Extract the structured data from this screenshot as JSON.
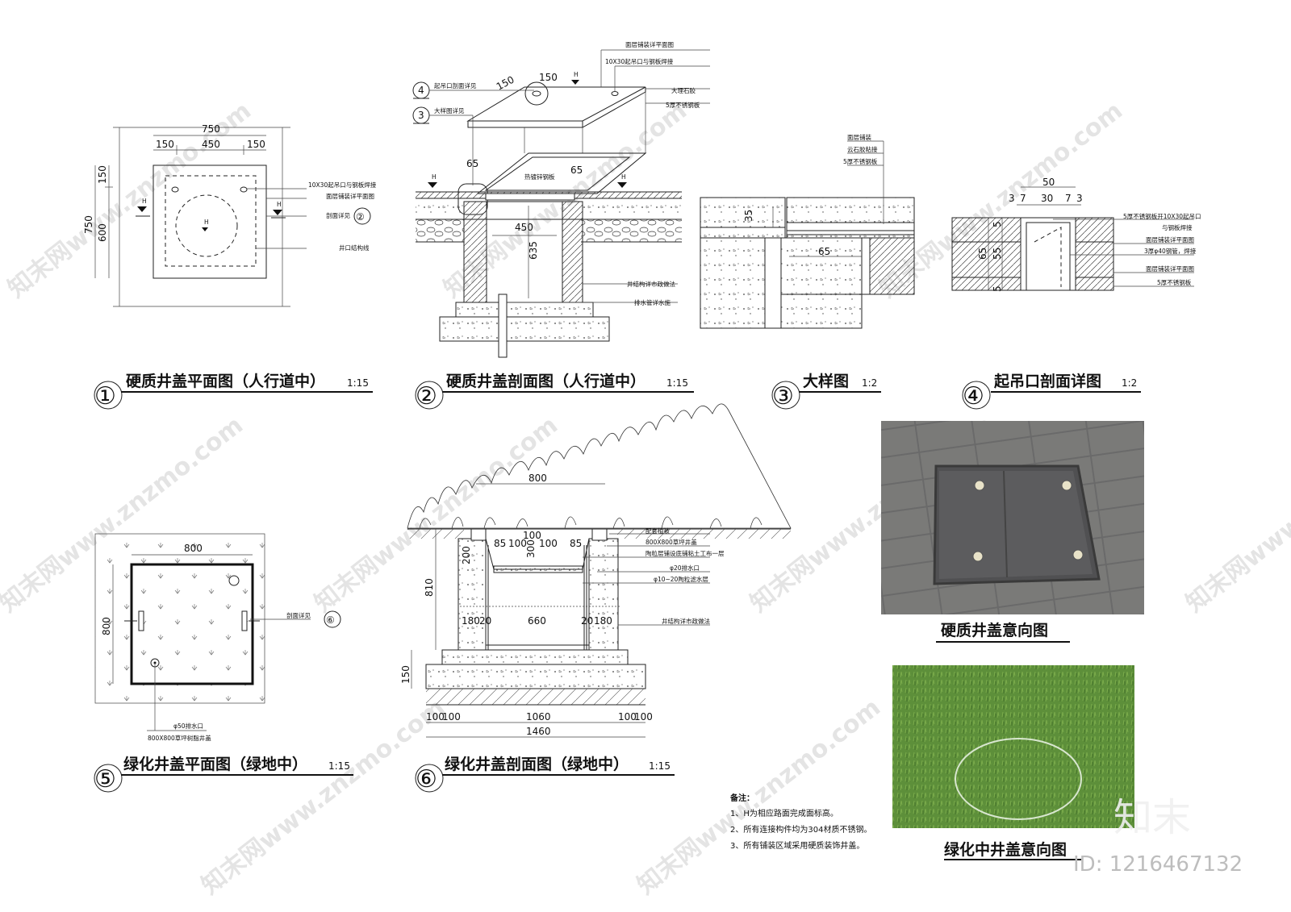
{
  "drawings": [
    {
      "num": "①",
      "title": "硬质井盖平面图（人行道中）",
      "scale": "1:15"
    },
    {
      "num": "②",
      "title": "硬质井盖剖面图（人行道中）",
      "scale": "1:15"
    },
    {
      "num": "③",
      "title": "大样图",
      "scale": "1:2"
    },
    {
      "num": "④",
      "title": "起吊口剖面详图",
      "scale": "1:2"
    },
    {
      "num": "⑤",
      "title": "绿化井盖平面图（绿地中）",
      "scale": "1:15"
    },
    {
      "num": "⑥",
      "title": "绿化井盖剖面图（绿地中）",
      "scale": "1:15"
    }
  ],
  "d1": {
    "dims": [
      "750",
      "150",
      "450",
      "150",
      "150",
      "600",
      "750"
    ],
    "notes": [
      "10X30起吊口与钢板焊接",
      "面层铺装详平面图",
      "剖面详见",
      "井口结构线"
    ],
    "h": "H",
    "ref": "②"
  },
  "d2": {
    "dims": [
      "150",
      "150",
      "65",
      "65",
      "450",
      "635"
    ],
    "notes": [
      "面层铺装详平面图",
      "10X30起吊口与钢板焊接",
      "大理石胶",
      "5厚不锈钢板",
      "起吊口剖面详见",
      "大样图详见",
      "热镀锌钢板",
      "井结构详市政做法",
      "排水管详水施"
    ],
    "refs": [
      "4",
      "3"
    ],
    "h": "H"
  },
  "d3": {
    "dims": [
      "35",
      "65"
    ],
    "notes": [
      "面层铺装",
      "云石胶粘接",
      "5厚不锈钢板"
    ]
  },
  "d4": {
    "dims": [
      "50",
      "3",
      "7",
      "30",
      "7",
      "3",
      "5",
      "65",
      "55",
      "5"
    ],
    "notes": [
      "5厚不锈钢板开10X30起吊口",
      "与钢板焊接",
      "面层铺装详平面图",
      "3厚φ40钢管，焊接",
      "面层铺装详平面图",
      "5厚不锈钢板"
    ]
  },
  "d5": {
    "dims": [
      "800",
      "800"
    ],
    "notes": [
      "剖面详见",
      "φ50排水口",
      "800X800草坪树脂井盖"
    ],
    "ref": "⑥"
  },
  "d6": {
    "dims": [
      "800",
      "85",
      "100",
      "100",
      "100",
      "85",
      "300",
      "200",
      "810",
      "180",
      "20",
      "660",
      "20",
      "180",
      "150",
      "100",
      "100",
      "100",
      "1060",
      "100",
      "100",
      "1460"
    ],
    "notes": [
      "配套植被",
      "800X800草坪井盖",
      "陶粒层铺设底铺粘土工布一层",
      "φ20排水口",
      "φ10~20陶粒滤水层",
      "井结构详市政做法"
    ]
  },
  "photos": {
    "hard_caption": "硬质井盖意向图",
    "green_caption": "绿化中井盖意向图"
  },
  "remarks": {
    "heading": "备注：",
    "lines": [
      "1、H为相应路面完成面标高。",
      "2、所有连接构件均为304材质不锈钢。",
      "3、所有铺装区域采用硬质装饰井盖。"
    ]
  },
  "brand": {
    "logo": "知末",
    "id": "ID: 1216467132",
    "watermark": "知末网www.znzmo.com"
  },
  "colors": {
    "ink": "#111111",
    "grass": "#5d8f3a",
    "stone": "#6d6d6d",
    "paper": "#ffffff"
  }
}
